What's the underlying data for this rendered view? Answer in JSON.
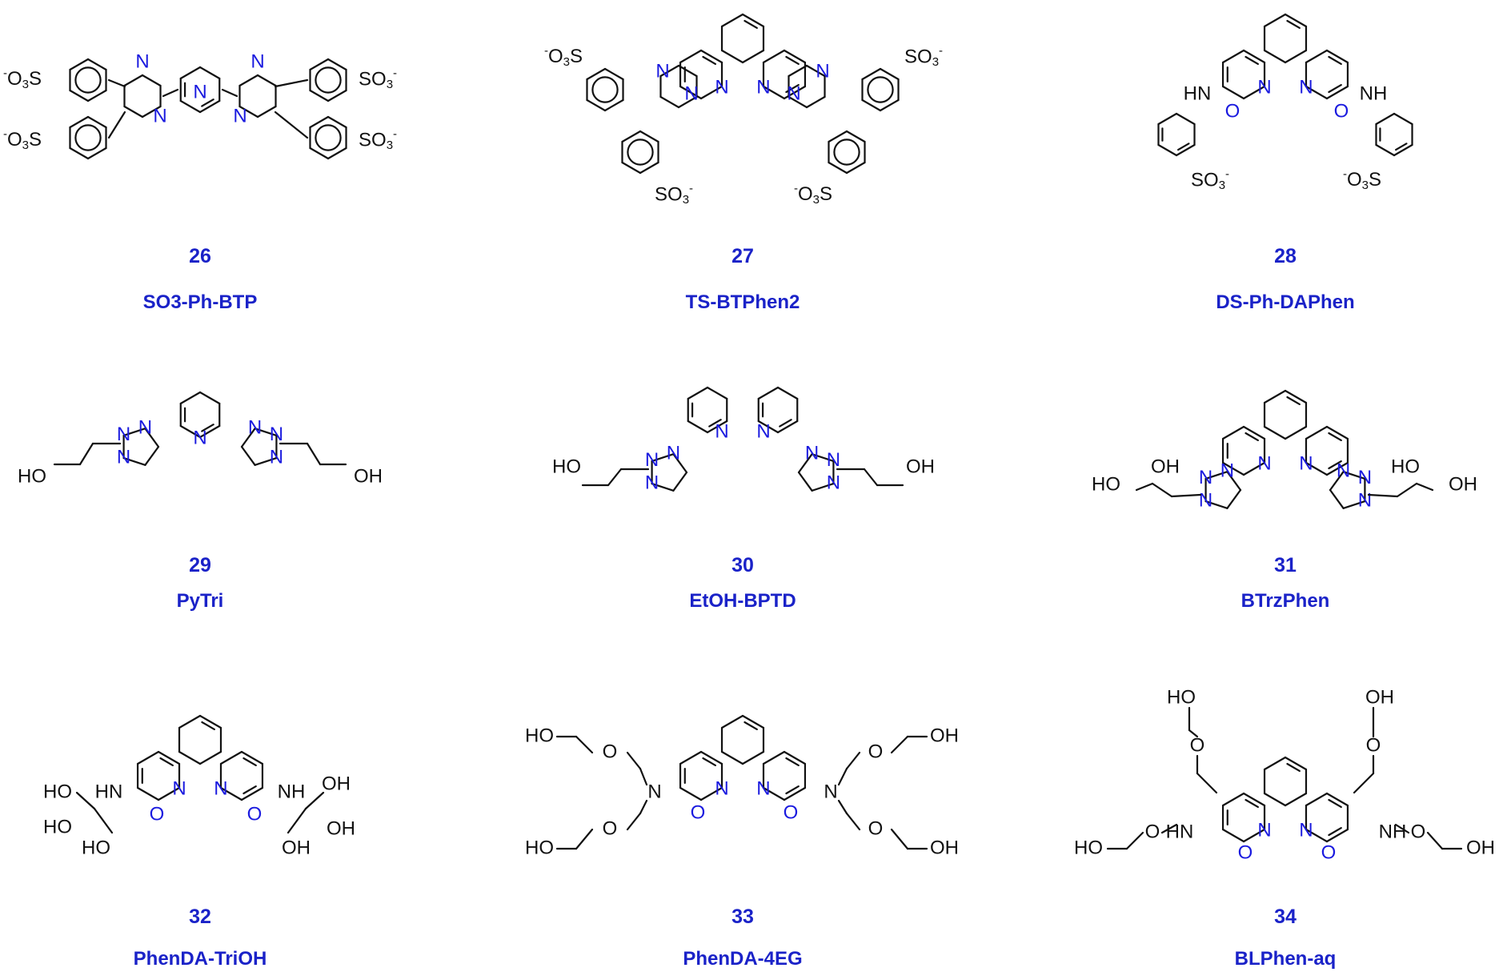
{
  "compounds": [
    {
      "id": "c26",
      "number": "26",
      "name": "SO3-Ph-BTP"
    },
    {
      "id": "c27",
      "number": "27",
      "name": "TS-BTPhen2"
    },
    {
      "id": "c28",
      "number": "28",
      "name": "DS-Ph-DAPhen"
    },
    {
      "id": "c29",
      "number": "29",
      "name": "PyTri"
    },
    {
      "id": "c30",
      "number": "30",
      "name": "EtOH-BPTD"
    },
    {
      "id": "c31",
      "number": "31",
      "name": "BTrzPhen"
    },
    {
      "id": "c32",
      "number": "32",
      "name": "PhenDA-TriOH"
    },
    {
      "id": "c33",
      "number": "33",
      "name": "PhenDA-4EG"
    },
    {
      "id": "c34",
      "number": "34",
      "name": "BLPhen-aq"
    }
  ],
  "atom_labels": {
    "N": "N",
    "O": "O",
    "HN": "HN",
    "NH": "NH",
    "HO": "HO",
    "OH": "OH",
    "SO3_minus": "SO3-",
    "minus_O3S": "-O3S"
  },
  "colors": {
    "heteroatom": "#1a1adf",
    "label": "#1a22c8",
    "bond": "#111111"
  }
}
